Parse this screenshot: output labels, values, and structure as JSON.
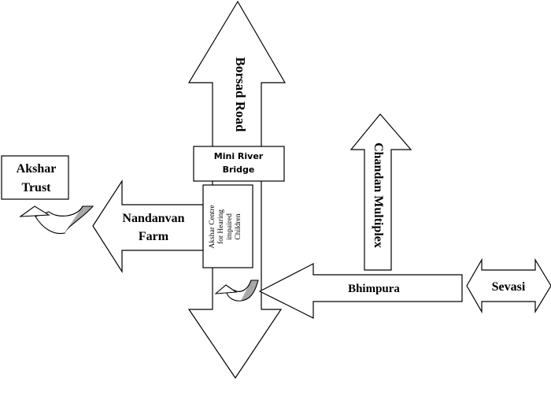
{
  "map": {
    "places": {
      "akshar_trust": [
        "Akshar",
        "Trust"
      ],
      "nandanvan_farm": [
        "Nandanvan",
        "Farm"
      ],
      "borsad_road": "Borsad Road",
      "mini_river_bridge": [
        "Mini River",
        "Bridge"
      ],
      "akshar_centre": [
        "Akshar Centre",
        "for Hearing",
        "impaired",
        "Children"
      ],
      "chandan_multiplex": "Chandan Multiplex",
      "bhimpura": "Bhimpura",
      "sevasi": "Sevasi"
    },
    "colors": {
      "stroke": "#000000",
      "fill": "#ffffff",
      "u_turn_shade": "#a8a8a8"
    },
    "icons": [
      "u-turn-arrow-icon",
      "u-turn-arrow-icon"
    ]
  }
}
